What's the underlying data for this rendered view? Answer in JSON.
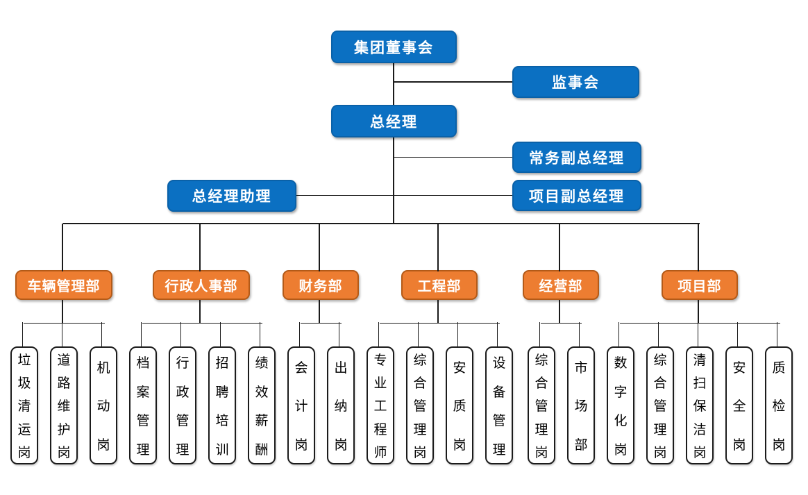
{
  "palette": {
    "executive_fill": "#0B70C2",
    "executive_border": "#0A61A8",
    "department_fill": "#ED7D31",
    "department_border": "#B35A18",
    "position_fill": "#FFFFFF",
    "position_border": "#1B1B1B",
    "connector": "#1A1A1A",
    "text_on_fill": "#FFFFFF",
    "text_on_white": "#000000"
  },
  "executive": {
    "board": "集团董事会",
    "supervisory": "监事会",
    "general_manager": "总经理",
    "executive_deputy_gm": "常务副总经理",
    "gm_assistant": "总经理助理",
    "project_deputy_gm": "项目副总经理"
  },
  "departments": [
    {
      "label": "车辆管理部",
      "positions": [
        "垃圾清运岗",
        "道路维护岗",
        "机动岗"
      ]
    },
    {
      "label": "行政人事部",
      "positions": [
        "档案管理",
        "行政管理",
        "招聘培训",
        "绩效薪酬"
      ]
    },
    {
      "label": "财务部",
      "positions": [
        "会计岗",
        "出纳岗"
      ]
    },
    {
      "label": "工程部",
      "positions": [
        "专业工程师",
        "综合管理岗",
        "安质岗",
        "设备管理"
      ]
    },
    {
      "label": "经营部",
      "positions": [
        "综合管理岗",
        "市场部"
      ]
    },
    {
      "label": "项目部",
      "positions": [
        "数字化岗",
        "综合管理岗",
        "清扫保洁岗",
        "安全岗",
        "质检岗"
      ]
    }
  ]
}
